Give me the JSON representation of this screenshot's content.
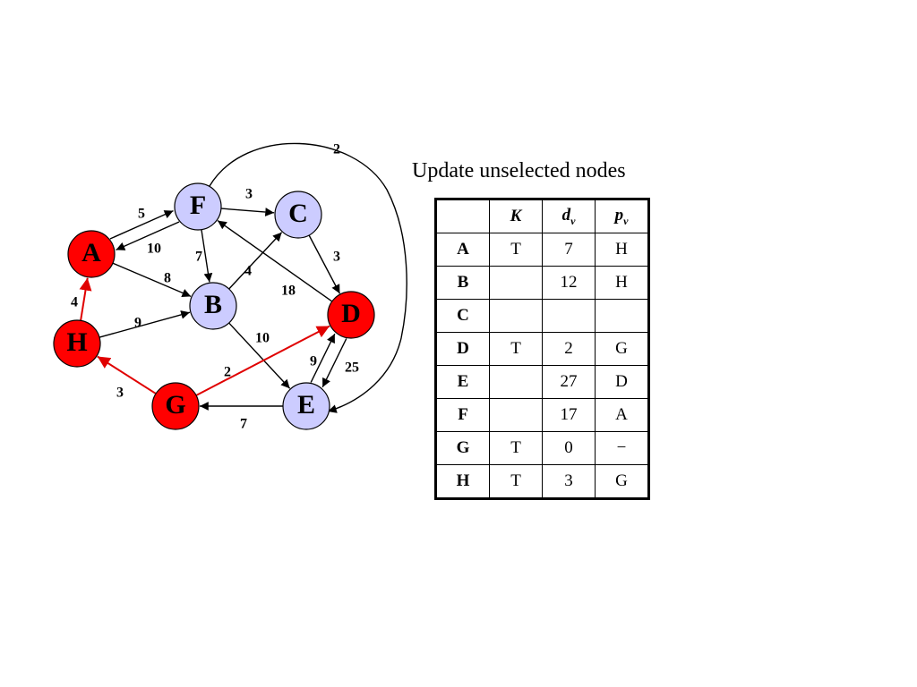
{
  "title": "Update unselected nodes",
  "colors": {
    "selected_fill": "#ff0000",
    "unselected_fill": "#ccccff",
    "tree_edge": "#e00000",
    "edge": "#000000"
  },
  "nodes": [
    {
      "id": "A",
      "label": "A",
      "selected": true
    },
    {
      "id": "B",
      "label": "B",
      "selected": false
    },
    {
      "id": "C",
      "label": "C",
      "selected": false
    },
    {
      "id": "D",
      "label": "D",
      "selected": true
    },
    {
      "id": "E",
      "label": "E",
      "selected": false
    },
    {
      "id": "F",
      "label": "F",
      "selected": false
    },
    {
      "id": "G",
      "label": "G",
      "selected": true
    },
    {
      "id": "H",
      "label": "H",
      "selected": true
    }
  ],
  "edges": [
    {
      "from": "F",
      "to": "A",
      "weight": "5",
      "tree": false
    },
    {
      "from": "A",
      "to": "F",
      "weight": "10",
      "tree": false
    },
    {
      "from": "A",
      "to": "B",
      "weight": "8",
      "tree": false
    },
    {
      "from": "F",
      "to": "B",
      "weight": "7",
      "tree": false
    },
    {
      "from": "F",
      "to": "C",
      "weight": "3",
      "tree": false
    },
    {
      "from": "B",
      "to": "C",
      "weight": "4",
      "tree": false
    },
    {
      "from": "C",
      "to": "D",
      "weight": "3",
      "tree": false
    },
    {
      "from": "D",
      "to": "F",
      "weight": "18",
      "tree": false
    },
    {
      "from": "H",
      "to": "B",
      "weight": "9",
      "tree": false
    },
    {
      "from": "B",
      "to": "E",
      "weight": "10",
      "tree": false
    },
    {
      "from": "E",
      "to": "D",
      "weight": "9",
      "tree": false
    },
    {
      "from": "D",
      "to": "E",
      "weight": "25",
      "tree": false
    },
    {
      "from": "E",
      "to": "G",
      "weight": "7",
      "tree": false
    },
    {
      "from": "F",
      "to": "E",
      "weight": "2",
      "tree": false
    },
    {
      "from": "H",
      "to": "A",
      "weight": "4",
      "tree": true
    },
    {
      "from": "G",
      "to": "H",
      "weight": "3",
      "tree": true
    },
    {
      "from": "G",
      "to": "D",
      "weight": "2",
      "tree": true
    }
  ],
  "table": {
    "headers": {
      "col0": "",
      "k": "K",
      "d_main": "d",
      "d_sub": "v",
      "p_main": "p",
      "p_sub": "v"
    },
    "rows": [
      {
        "v": "A",
        "k": "T",
        "d": "7",
        "p": "H"
      },
      {
        "v": "B",
        "k": "",
        "d": "12",
        "p": "H"
      },
      {
        "v": "C",
        "k": "",
        "d": "",
        "p": ""
      },
      {
        "v": "D",
        "k": "T",
        "d": "2",
        "p": "G"
      },
      {
        "v": "E",
        "k": "",
        "d": "27",
        "p": "D"
      },
      {
        "v": "F",
        "k": "",
        "d": "17",
        "p": "A"
      },
      {
        "v": "G",
        "k": "T",
        "d": "0",
        "p": "−"
      },
      {
        "v": "H",
        "k": "T",
        "d": "3",
        "p": "G"
      }
    ]
  }
}
